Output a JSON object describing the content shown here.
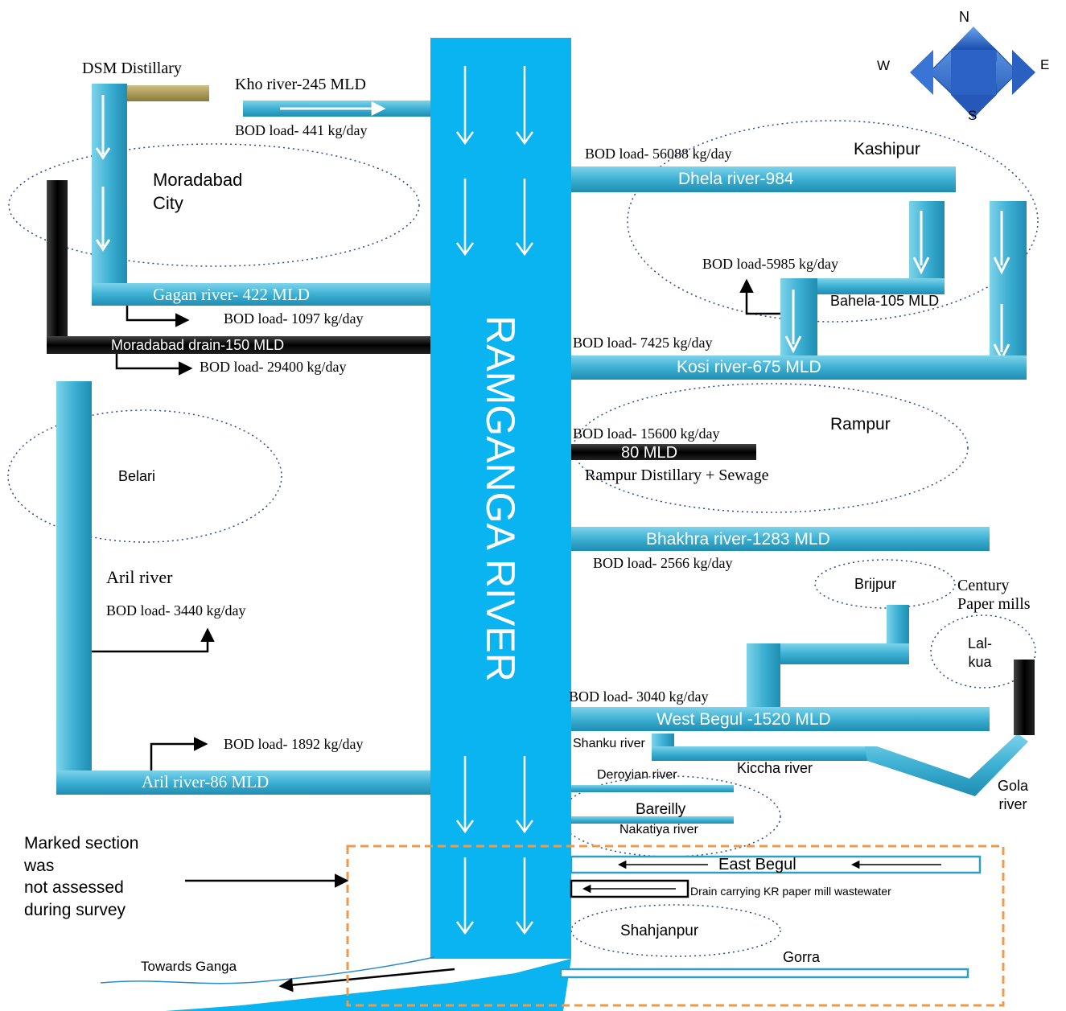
{
  "compass": {
    "n": "N",
    "s": "S",
    "e": "E",
    "w": "W"
  },
  "main_river": "RAMGANGA RIVER",
  "places": {
    "moradabad": "Moradabad\nCity",
    "kashipur": "Kashipur",
    "rampur": "Rampur",
    "belari": "Belari",
    "brijpur": "Brijpur",
    "lalkua": "Lal-\nkua",
    "bareilly": "Bareilly",
    "shahjanpur": "Shahjanpur"
  },
  "left": {
    "dsm": "DSM Distillary",
    "kho": "Kho river-245 MLD",
    "kho_bod": "BOD load- 441 kg/day",
    "gagan": "Gagan river- 422 MLD",
    "gagan_bod": "BOD load- 1097 kg/day",
    "drain": "Moradabad drain-150 MLD",
    "drain_bod": "BOD load- 29400 kg/day",
    "aril_name": "Aril river",
    "aril_bod1": "BOD load- 3440 kg/day",
    "aril_bod2": "BOD load- 1892 kg/day",
    "aril": "Aril river-86 MLD"
  },
  "right": {
    "dhela_bod": "BOD load- 56088 kg/day",
    "dhela": "Dhela river-984",
    "bahela_bod": "BOD load-5985 kg/day",
    "bahela": "Bahela-105 MLD",
    "kosi_bod": "BOD load- 7425 kg/day",
    "kosi": "Kosi river-675 MLD",
    "rampur_bod": "BOD load- 15600 kg/day",
    "rampur_mld": "80 MLD",
    "rampur_src": "Rampur Distillary + Sewage",
    "bhakhra": "Bhakhra river-1283 MLD",
    "bhakhra_bod": "BOD load- 2566 kg/day",
    "century": "Century\nPaper mills",
    "wb_bod": "BOD load- 3040 kg/day",
    "west_begul": "West Begul -1520 MLD",
    "shanku": "Shanku river",
    "kiccha": "Kiccha river",
    "gola": "Gola\nriver",
    "deroyian": "Deroyian river",
    "nakatiya": "Nakatiya river"
  },
  "marked": {
    "note": "Marked section\nwas\nnot assessed\nduring survey",
    "east_begul": "East Begul",
    "drain_kr": "Drain carrying KR paper mill wastewater",
    "gorra": "Gorra",
    "towards": "Towards Ganga"
  },
  "colors": {
    "river_blue": "#0ab4f0",
    "tributary": "#3fb2d2",
    "drain": "#0a0a0a",
    "box": "#ee9a4a",
    "compass": "#2f6bd0"
  }
}
